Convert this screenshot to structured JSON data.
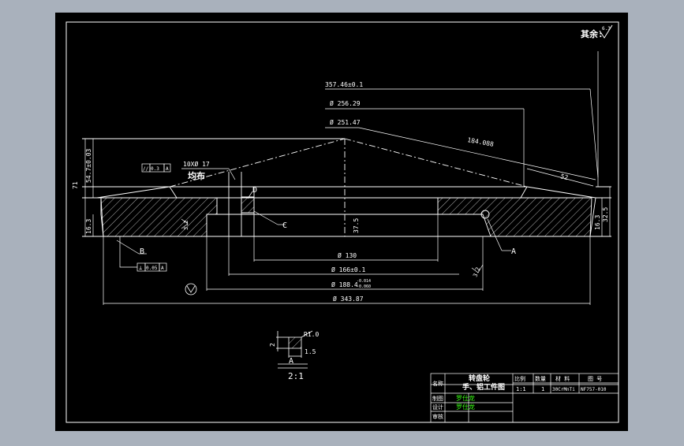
{
  "colors": {
    "background": "#a9b1bc",
    "sheet": "#000000",
    "line": "#ffffff",
    "hatch": "#ffffff",
    "name_text": "#39ff14"
  },
  "dims": {
    "d1": "357.46±0.1",
    "d2": "Ø 256.29",
    "d3": "Ø 251.47",
    "d4": "184.088",
    "d5": "52",
    "d6": "10XØ 17",
    "d7": "均布",
    "d8": "54.7±0.03",
    "d9": "71",
    "d10": "16.3",
    "d11": "37.5",
    "d12": "32.5",
    "d13": "16.3",
    "d14": "Ø 130",
    "d15": "Ø 166±0.1",
    "d16": "Ø 188.4",
    "d16_tol_upper": "-0.014",
    "d16_tol_lower": "-0.060",
    "d17": "Ø 343.87",
    "d18": "3.2"
  },
  "callouts": {
    "A": "A",
    "B": "B",
    "C": "C",
    "D": "D",
    "tol_top_symbol": "//",
    "tol_top_value": "0.3",
    "tol_top_ref": "A",
    "tol_bottom_symbol": "⊥",
    "tol_bottom_value": "0.05",
    "tol_bottom_ref": "A"
  },
  "roughness_note": {
    "label": "其余:",
    "value": "6.3"
  },
  "detail": {
    "r": "R1.0",
    "h": "2",
    "w": "1.5",
    "label": "A",
    "scale": "2:1"
  },
  "title_block": {
    "part_name_1": "转盘轮",
    "part_name_2": "手、铝工件图",
    "col_scale": "比例",
    "col_qty": "数量",
    "col_material": "材 料",
    "col_drawing": "图 号",
    "val_scale": "1:1",
    "val_qty": "1",
    "val_material": "30CrMnTi",
    "val_drawing": "NF757-010",
    "row1_label": "名称",
    "row2_label": "制图",
    "row3_label": "设计",
    "row4_label": "审核",
    "draw_name": "罗仕龙",
    "design_name": "罗仕龙"
  }
}
